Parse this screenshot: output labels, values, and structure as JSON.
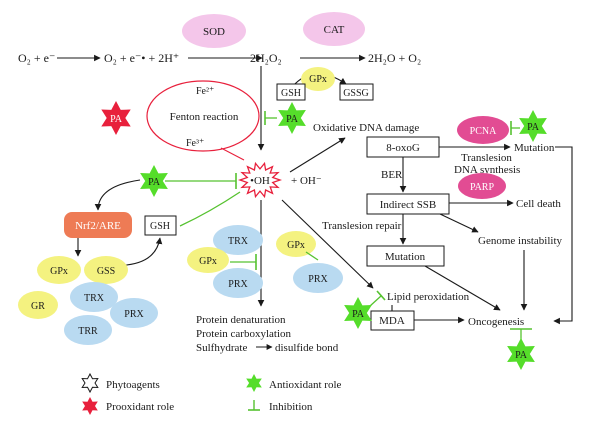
{
  "reaction": {
    "o2_e": "O₂ + e⁻",
    "superoxide": "O₂ + e⁻• + 2H⁺",
    "h2o2": "2H₂O₂",
    "water": "2H₂O + O₂",
    "sod": "SOD",
    "cat": "CAT",
    "gpx": "GPx",
    "gsh": "GSH",
    "gssg": "GSSG"
  },
  "fenton": {
    "label": "Fenton reaction",
    "fe2": "Fe²⁺",
    "fe3": "Fe³⁺"
  },
  "radical": {
    "oh": "•OH",
    "oh_minus": "+ OH⁻"
  },
  "pa": "PA",
  "antioxidant": {
    "nrf2": "Nrf2/ARE",
    "gsh": "GSH",
    "gpx": "GPx",
    "gss": "GSS",
    "gr": "GR",
    "trx": "TRX",
    "prx": "PRX",
    "trr": "TRR"
  },
  "center_cluster": {
    "trx": "TRX",
    "gpx": "GPx",
    "prx": "PRX"
  },
  "right_cluster": {
    "gpx": "GPx",
    "prx": "PRX"
  },
  "protein": {
    "line1": "Protein denaturation",
    "line2": "Protein carboxylation",
    "line3": "Sulfhydrate",
    "line3b": "disulfide bond"
  },
  "dna": {
    "damage": "Oxidative DNA damage",
    "oxog": "8-oxoG",
    "ber": "BER",
    "indirect_ssb": "Indirect SSB",
    "translesion_repair": "Translesion repair",
    "mutation_box": "Mutation",
    "pcna": "PCNA",
    "mutation": "Mutation",
    "translesion_1": "Translesion",
    "translesion_2": "DNA synthesis",
    "parp": "PARP",
    "cell_death": "Cell death",
    "genome": "Genome instability",
    "lipid": "Lipid peroxidation",
    "mda": "MDA",
    "oncogenesis": "Oncogenesis"
  },
  "legend": {
    "phytoagents": "Phytoagents",
    "prooxidant": "Prooxidant role",
    "antioxidant": "Antioxidant role",
    "inhibition": "Inhibition"
  },
  "colors": {
    "pink": "#f4c6ea",
    "yellow": "#f4f280",
    "blue": "#b9daf1",
    "orange": "#ee7b55",
    "magenta": "#e24c93",
    "red_star": "#e8203c",
    "green_star": "#55dd2a",
    "inhibit": "#56c230"
  }
}
